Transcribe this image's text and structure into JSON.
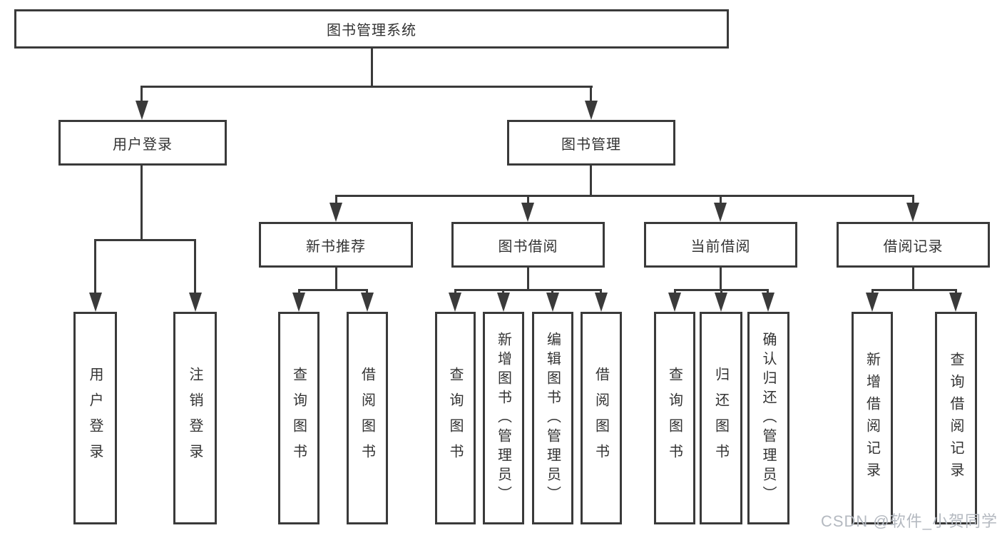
{
  "diagram": {
    "type": "hierarchy-tree",
    "title": "图书管理系统",
    "tree": {
      "label": "图书管理系统",
      "children": [
        {
          "label": "用户登录",
          "children": [
            {
              "label": "用户登录"
            },
            {
              "label": "注销登录"
            }
          ]
        },
        {
          "label": "图书管理",
          "children": [
            {
              "label": "新书推荐",
              "children": [
                {
                  "label": "查询图书"
                },
                {
                  "label": "借阅图书"
                }
              ]
            },
            {
              "label": "图书借阅",
              "children": [
                {
                  "label": "查询图书"
                },
                {
                  "label": "新增图书（管理员）"
                },
                {
                  "label": "编辑图书（管理员）"
                },
                {
                  "label": "借阅图书"
                }
              ]
            },
            {
              "label": "当前借阅",
              "children": [
                {
                  "label": "查询图书"
                },
                {
                  "label": "归还图书"
                },
                {
                  "label": "确认归还（管理员）"
                }
              ]
            },
            {
              "label": "借阅记录",
              "children": [
                {
                  "label": "新增借阅记录"
                },
                {
                  "label": "查询借阅记录"
                }
              ]
            }
          ]
        }
      ]
    }
  },
  "watermark": {
    "text": "CSDN @软件_小贺同学",
    "color": "#b4b9c0"
  },
  "colors": {
    "line": "#3a3a3a",
    "text": "#333333",
    "background": "#ffffff"
  }
}
